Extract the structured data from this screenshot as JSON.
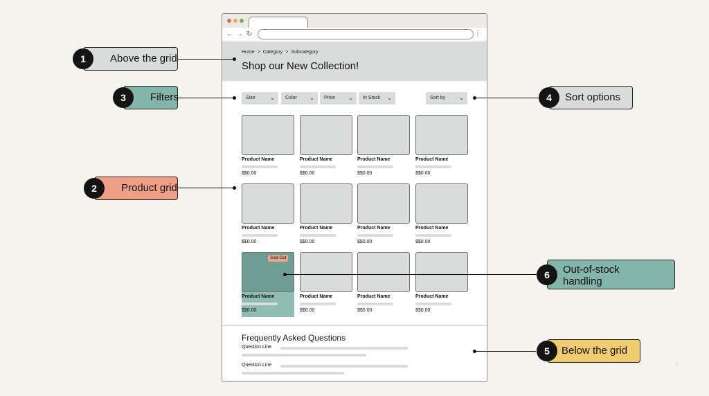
{
  "breadcrumb": [
    "Home",
    "Category",
    "Subcategory"
  ],
  "breadcrumb_separator": ">",
  "page_title": "Shop our New Collection!",
  "filters": [
    "Size",
    "Color",
    "Price",
    "In Stock"
  ],
  "sort_label": "Sort by",
  "products": [
    {
      "name": "Product Name",
      "price": "$$0.00",
      "sold_out": false
    },
    {
      "name": "Product Name",
      "price": "$$0.00",
      "sold_out": false
    },
    {
      "name": "Product Name",
      "price": "$$0.00",
      "sold_out": false
    },
    {
      "name": "Product Name",
      "price": "$$0.00",
      "sold_out": false
    },
    {
      "name": "Product Name",
      "price": "$$0.00",
      "sold_out": false
    },
    {
      "name": "Product Name",
      "price": "$$0.00",
      "sold_out": false
    },
    {
      "name": "Product Name",
      "price": "$$0.00",
      "sold_out": false
    },
    {
      "name": "Product Name",
      "price": "$$0.00",
      "sold_out": false
    },
    {
      "name": "Product Name",
      "price": "$$0.00",
      "sold_out": true
    },
    {
      "name": "Product Name",
      "price": "$$0.00",
      "sold_out": false
    },
    {
      "name": "Product Name",
      "price": "$$0.00",
      "sold_out": false
    },
    {
      "name": "Product Name",
      "price": "$$0.00",
      "sold_out": false
    }
  ],
  "sold_out_badge": "Sold Out",
  "faq": {
    "title": "Frequently Asked Questions",
    "questions": [
      "Question Line",
      "Question Line"
    ]
  },
  "callouts": [
    {
      "number": "1",
      "label": "Above the grid",
      "color": "#d9dcdb"
    },
    {
      "number": "2",
      "label": "Product grid",
      "color": "#ef9f85"
    },
    {
      "number": "3",
      "label": "Filters",
      "color": "#84b5aa"
    },
    {
      "number": "4",
      "label": "Sort options",
      "color": "#d9dcdb"
    },
    {
      "number": "5",
      "label": "Below the grid",
      "color": "#f1cd6f"
    },
    {
      "number": "6",
      "label": "Out-of-stock handling",
      "color": "#84b5aa"
    }
  ],
  "colors": {
    "background": "#f6f4ef",
    "panel_gray": "#d9dcdb",
    "sold_out_teal": "#8fbdb2",
    "sold_out_badge": "#e9a68e"
  }
}
